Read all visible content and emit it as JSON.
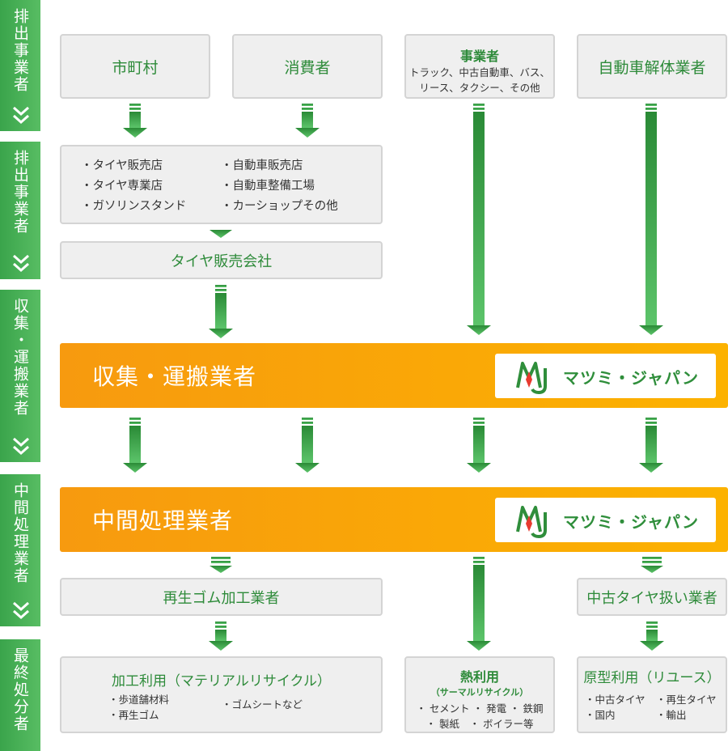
{
  "side_labels": [
    {
      "label": "排出事業者"
    },
    {
      "label": "排出事業者"
    },
    {
      "label": "収集・運搬業者"
    },
    {
      "label": "中間処理業者"
    },
    {
      "label": "最終処分者"
    }
  ],
  "top_sources": {
    "city": "市町村",
    "consumer": "消費者",
    "business": "事業者",
    "business_sub_1": "トラック、中古自動車、バス、",
    "business_sub_2": "リース、タクシー、その他",
    "dismantler": "自動車解体業者"
  },
  "shops": {
    "left": [
      "タイヤ販売店",
      "タイヤ専業店",
      "ガソリンスタンド"
    ],
    "right": [
      "自動車販売店",
      "自動車整備工場",
      "カーショップその他"
    ]
  },
  "tire_company": "タイヤ販売会社",
  "collection_band": {
    "title": "収集・運搬業者",
    "logo_text": "マツミ・ジャパン"
  },
  "intermediate_band": {
    "title": "中間処理業者",
    "logo_text": "マツミ・ジャパン"
  },
  "rubber_processor": "再生ゴム加工業者",
  "used_tire_dealer": "中古タイヤ扱い業者",
  "material": {
    "title": "加工利用（マテリアルリサイクル）",
    "left": [
      "歩道舗材料",
      "再生ゴム"
    ],
    "right": [
      "ゴムシートなど"
    ]
  },
  "thermal": {
    "title": "熱利用",
    "subtitle": "（サーマルリサイクル）",
    "line1": "・ セメント ・ 発電 ・ 鉄鋼",
    "line2": "・ 製紙　・ ボイラー等"
  },
  "reuse": {
    "title": "原型利用（リユース）",
    "left": [
      "中古タイヤ",
      "国内"
    ],
    "right": [
      "再生タイヤ",
      "輸出"
    ]
  },
  "colors": {
    "green": "#3aa44b",
    "orange": "#f79a0f",
    "box_bg": "#efefef",
    "box_border": "#d4d4d4",
    "arrow_green": "#2e8b3a"
  }
}
